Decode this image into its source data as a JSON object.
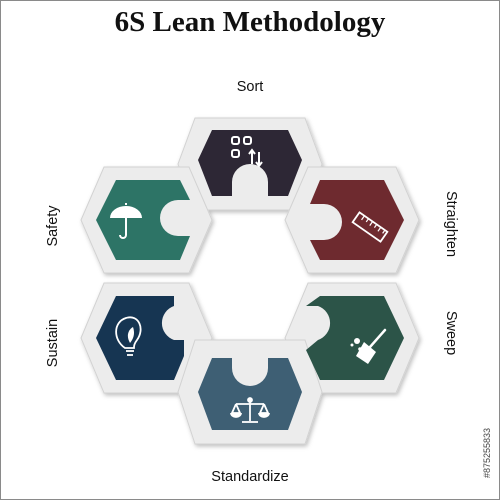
{
  "title": "6S Lean Methodology",
  "steps": {
    "sort": {
      "label": "Sort",
      "color": "#2d2735",
      "icon": "sort-icon"
    },
    "straighten": {
      "label": "Straighten",
      "color": "#6e2a2f",
      "icon": "ruler-icon"
    },
    "sweep": {
      "label": "Sweep",
      "color": "#2c5448",
      "icon": "broom-icon"
    },
    "standardize": {
      "label": "Standardize",
      "color": "#3e5f74",
      "icon": "scales-icon"
    },
    "sustain": {
      "label": "Sustain",
      "color": "#163552",
      "icon": "lightbulb-leaf-icon"
    },
    "safety": {
      "label": "Safety",
      "color": "#2d7466",
      "icon": "umbrella-icon"
    }
  },
  "stock_id": "#875255833"
}
